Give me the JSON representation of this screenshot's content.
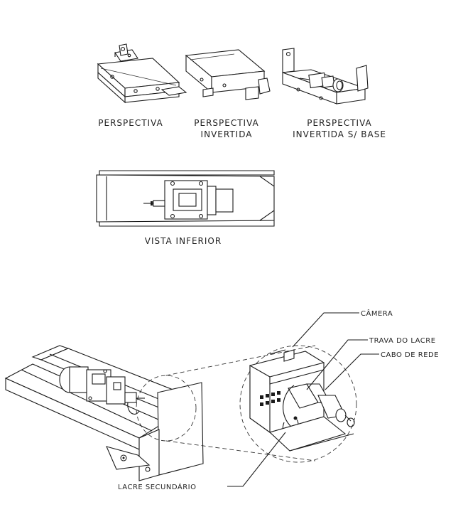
{
  "views": {
    "perspectiva": "PERSPECTIVA",
    "perspectiva_invertida_1": "PERSPECTIVA",
    "perspectiva_invertida_2": "INVERTIDA",
    "perspectiva_sem_base_1": "PERSPECTIVA",
    "perspectiva_sem_base_2": "INVERTIDA S/ BASE",
    "vista_inferior": "VISTA INFERIOR"
  },
  "callouts": {
    "camera": "CÂMERA",
    "trava": "TRAVA DO LACRE",
    "cabo": "CABO DE REDE",
    "lacre": "LACRE SECUNDÁRIO"
  }
}
